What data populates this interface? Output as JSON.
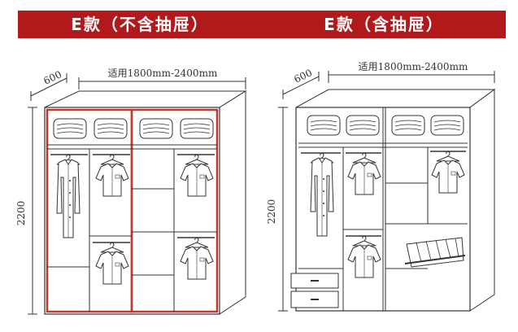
{
  "header": {
    "left_title": "E款（不含抽屉）",
    "right_title": "E款（含抽屉）"
  },
  "left_wardrobe": {
    "depth": "600",
    "width": "适用1800mm-2400mm",
    "height": "2200"
  },
  "right_wardrobe": {
    "depth": "600",
    "width": "适用1800mm-2400mm",
    "height": "2200"
  },
  "colors": {
    "banner": "#b1191b",
    "highlight": "#c0392b",
    "line": "#333333"
  }
}
